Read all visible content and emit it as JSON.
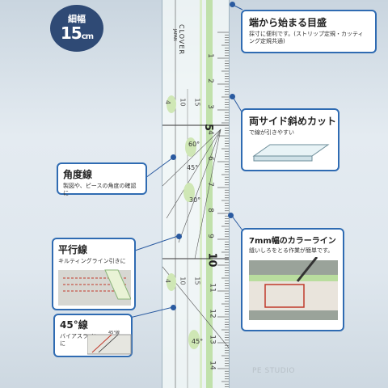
{
  "badge": {
    "line1": "細幅",
    "line2": "15",
    "unit": "cm"
  },
  "ruler": {
    "brand": "CLOVER",
    "brand_sub": "JAPAN",
    "cm_numbers": [
      "1",
      "2",
      "3",
      "4",
      "5",
      "6",
      "7",
      "8",
      "9",
      "10",
      "11",
      "12",
      "13",
      "14"
    ],
    "vertical_numbers": [
      "4",
      "10",
      "15",
      "4",
      "10",
      "15"
    ],
    "angles": [
      "60°",
      "45°",
      "30°",
      "45°"
    ]
  },
  "callouts": {
    "edge_start": {
      "title": "端から始まる目盛",
      "desc": "採寸に便利です。(ストリップ定規・カッティング定規共通)"
    },
    "bevel": {
      "title": "両サイド斜めカット",
      "desc": "で線が引きやすい"
    },
    "angle": {
      "title": "角度線",
      "desc": "製図や、ピースの角度の確認に"
    },
    "parallel": {
      "title": "平行線",
      "desc": "キルティングライン引きに"
    },
    "color_line": {
      "title": "7mm幅のカラーライン",
      "desc": "縫いしろをとる作業が簡単です。"
    },
    "line45": {
      "title": "45°線",
      "desc": "バイアスライン\nに",
      "sample": "45°線"
    }
  },
  "watermark": "PE STUDIO"
}
